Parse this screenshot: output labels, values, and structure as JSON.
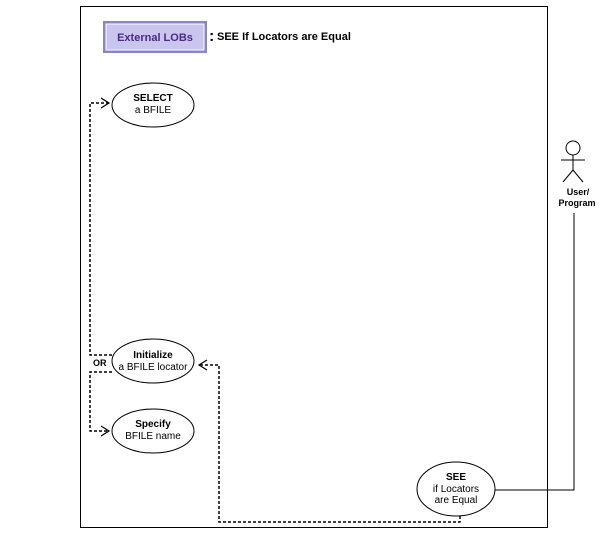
{
  "header": {
    "badge": "External LOBs",
    "separator": ":",
    "title": "SEE If Locators are Equal"
  },
  "use_cases": {
    "select": {
      "line1": "SELECT",
      "line2": "a BFILE"
    },
    "initialize": {
      "line1": "Initialize",
      "line2": "a BFILE locator"
    },
    "specify": {
      "line1": "Specify",
      "line2": "BFILE name"
    },
    "see": {
      "line1": "SEE",
      "line2": "if Locators",
      "line3": "are Equal"
    }
  },
  "or_label": "OR",
  "actor": {
    "line1": "User/",
    "line2": "Program"
  },
  "colors": {
    "badge_fill": "#c9c5ee",
    "badge_border": "#8a84c9",
    "badge_text": "#4b2a86",
    "line": "#000000"
  }
}
